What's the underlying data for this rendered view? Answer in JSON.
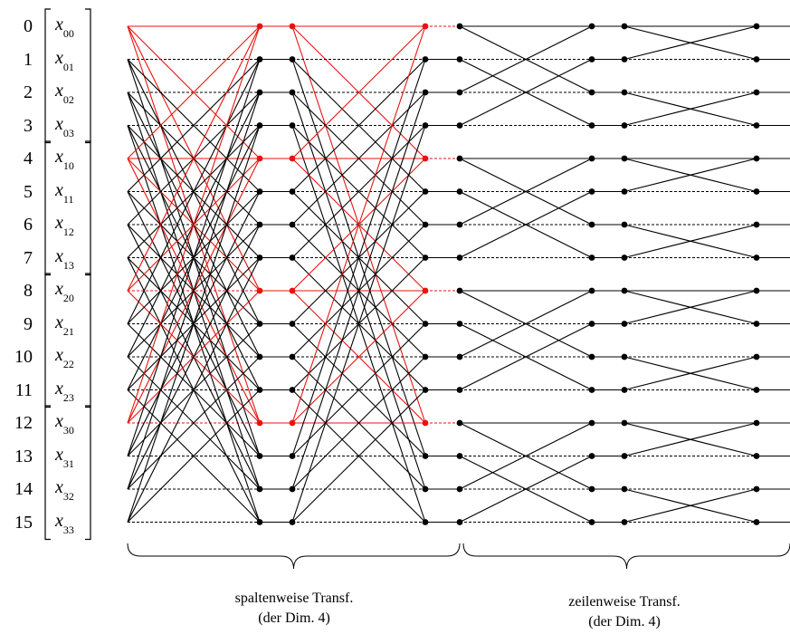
{
  "rows": [
    "0",
    "1",
    "2",
    "3",
    "4",
    "5",
    "6",
    "7",
    "8",
    "9",
    "10",
    "11",
    "12",
    "13",
    "14",
    "15"
  ],
  "vector_groups": [
    {
      "base": "x",
      "subs": [
        "00",
        "01",
        "02",
        "03"
      ]
    },
    {
      "base": "x",
      "subs": [
        "10",
        "11",
        "12",
        "13"
      ]
    },
    {
      "base": "x",
      "subs": [
        "20",
        "21",
        "22",
        "23"
      ]
    },
    {
      "base": "x",
      "subs": [
        "30",
        "31",
        "32",
        "33"
      ]
    }
  ],
  "captions": {
    "left": {
      "line1": "spaltenweise Transf.",
      "line2": "(der Dim. 4)"
    },
    "right": {
      "line1": "zeilenweise Transf.",
      "line2": "(der Dim. 4)"
    }
  },
  "colors": {
    "highlight": "#e8130f",
    "wire": "#000000"
  },
  "network": {
    "stages": [
      {
        "name": "column-stride-4",
        "span": 4,
        "stride": 4,
        "group_size": 16
      },
      {
        "name": "column-stride-8",
        "span": 8,
        "stride": 8,
        "group_size": 16
      },
      {
        "name": "row-stride-2",
        "span": 2,
        "stride": 1,
        "group_size": 4
      },
      {
        "name": "row-stride-1",
        "span": 1,
        "stride": 1,
        "group_size": 4
      }
    ],
    "highlight_rows": [
      0,
      4,
      8,
      12
    ]
  }
}
